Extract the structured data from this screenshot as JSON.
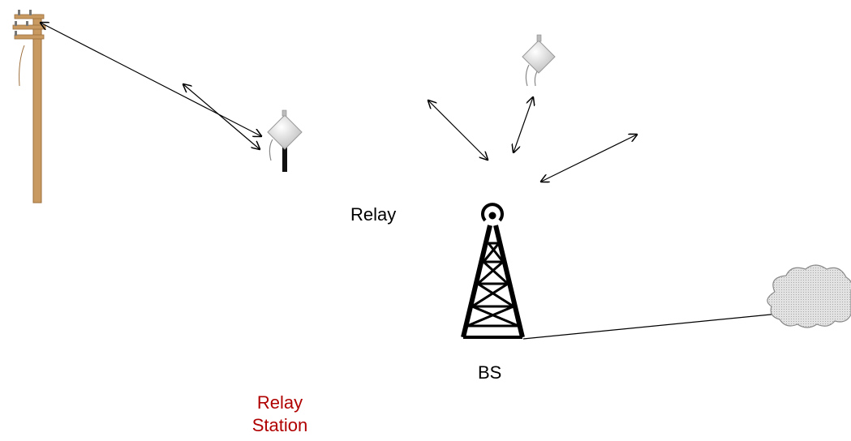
{
  "labels": {
    "relay": "Relay",
    "bs": "BS",
    "relay_station_line1": "Relay",
    "relay_station_line2": "Station"
  },
  "colors": {
    "text": "#000000",
    "relay_station_text": "#b00000",
    "pole_wood": "#c89a62",
    "pole_wood_dark": "#9c6d3a",
    "tower": "#000000",
    "cloud_fill": "#d9d9d9",
    "cloud_stroke": "#8a8a8a",
    "antenna_body": "#e6e6e6",
    "link": "#000000"
  },
  "icons": [
    "utility-pole-icon",
    "relay-antenna-icon",
    "cell-tower-icon",
    "cloud-icon"
  ]
}
